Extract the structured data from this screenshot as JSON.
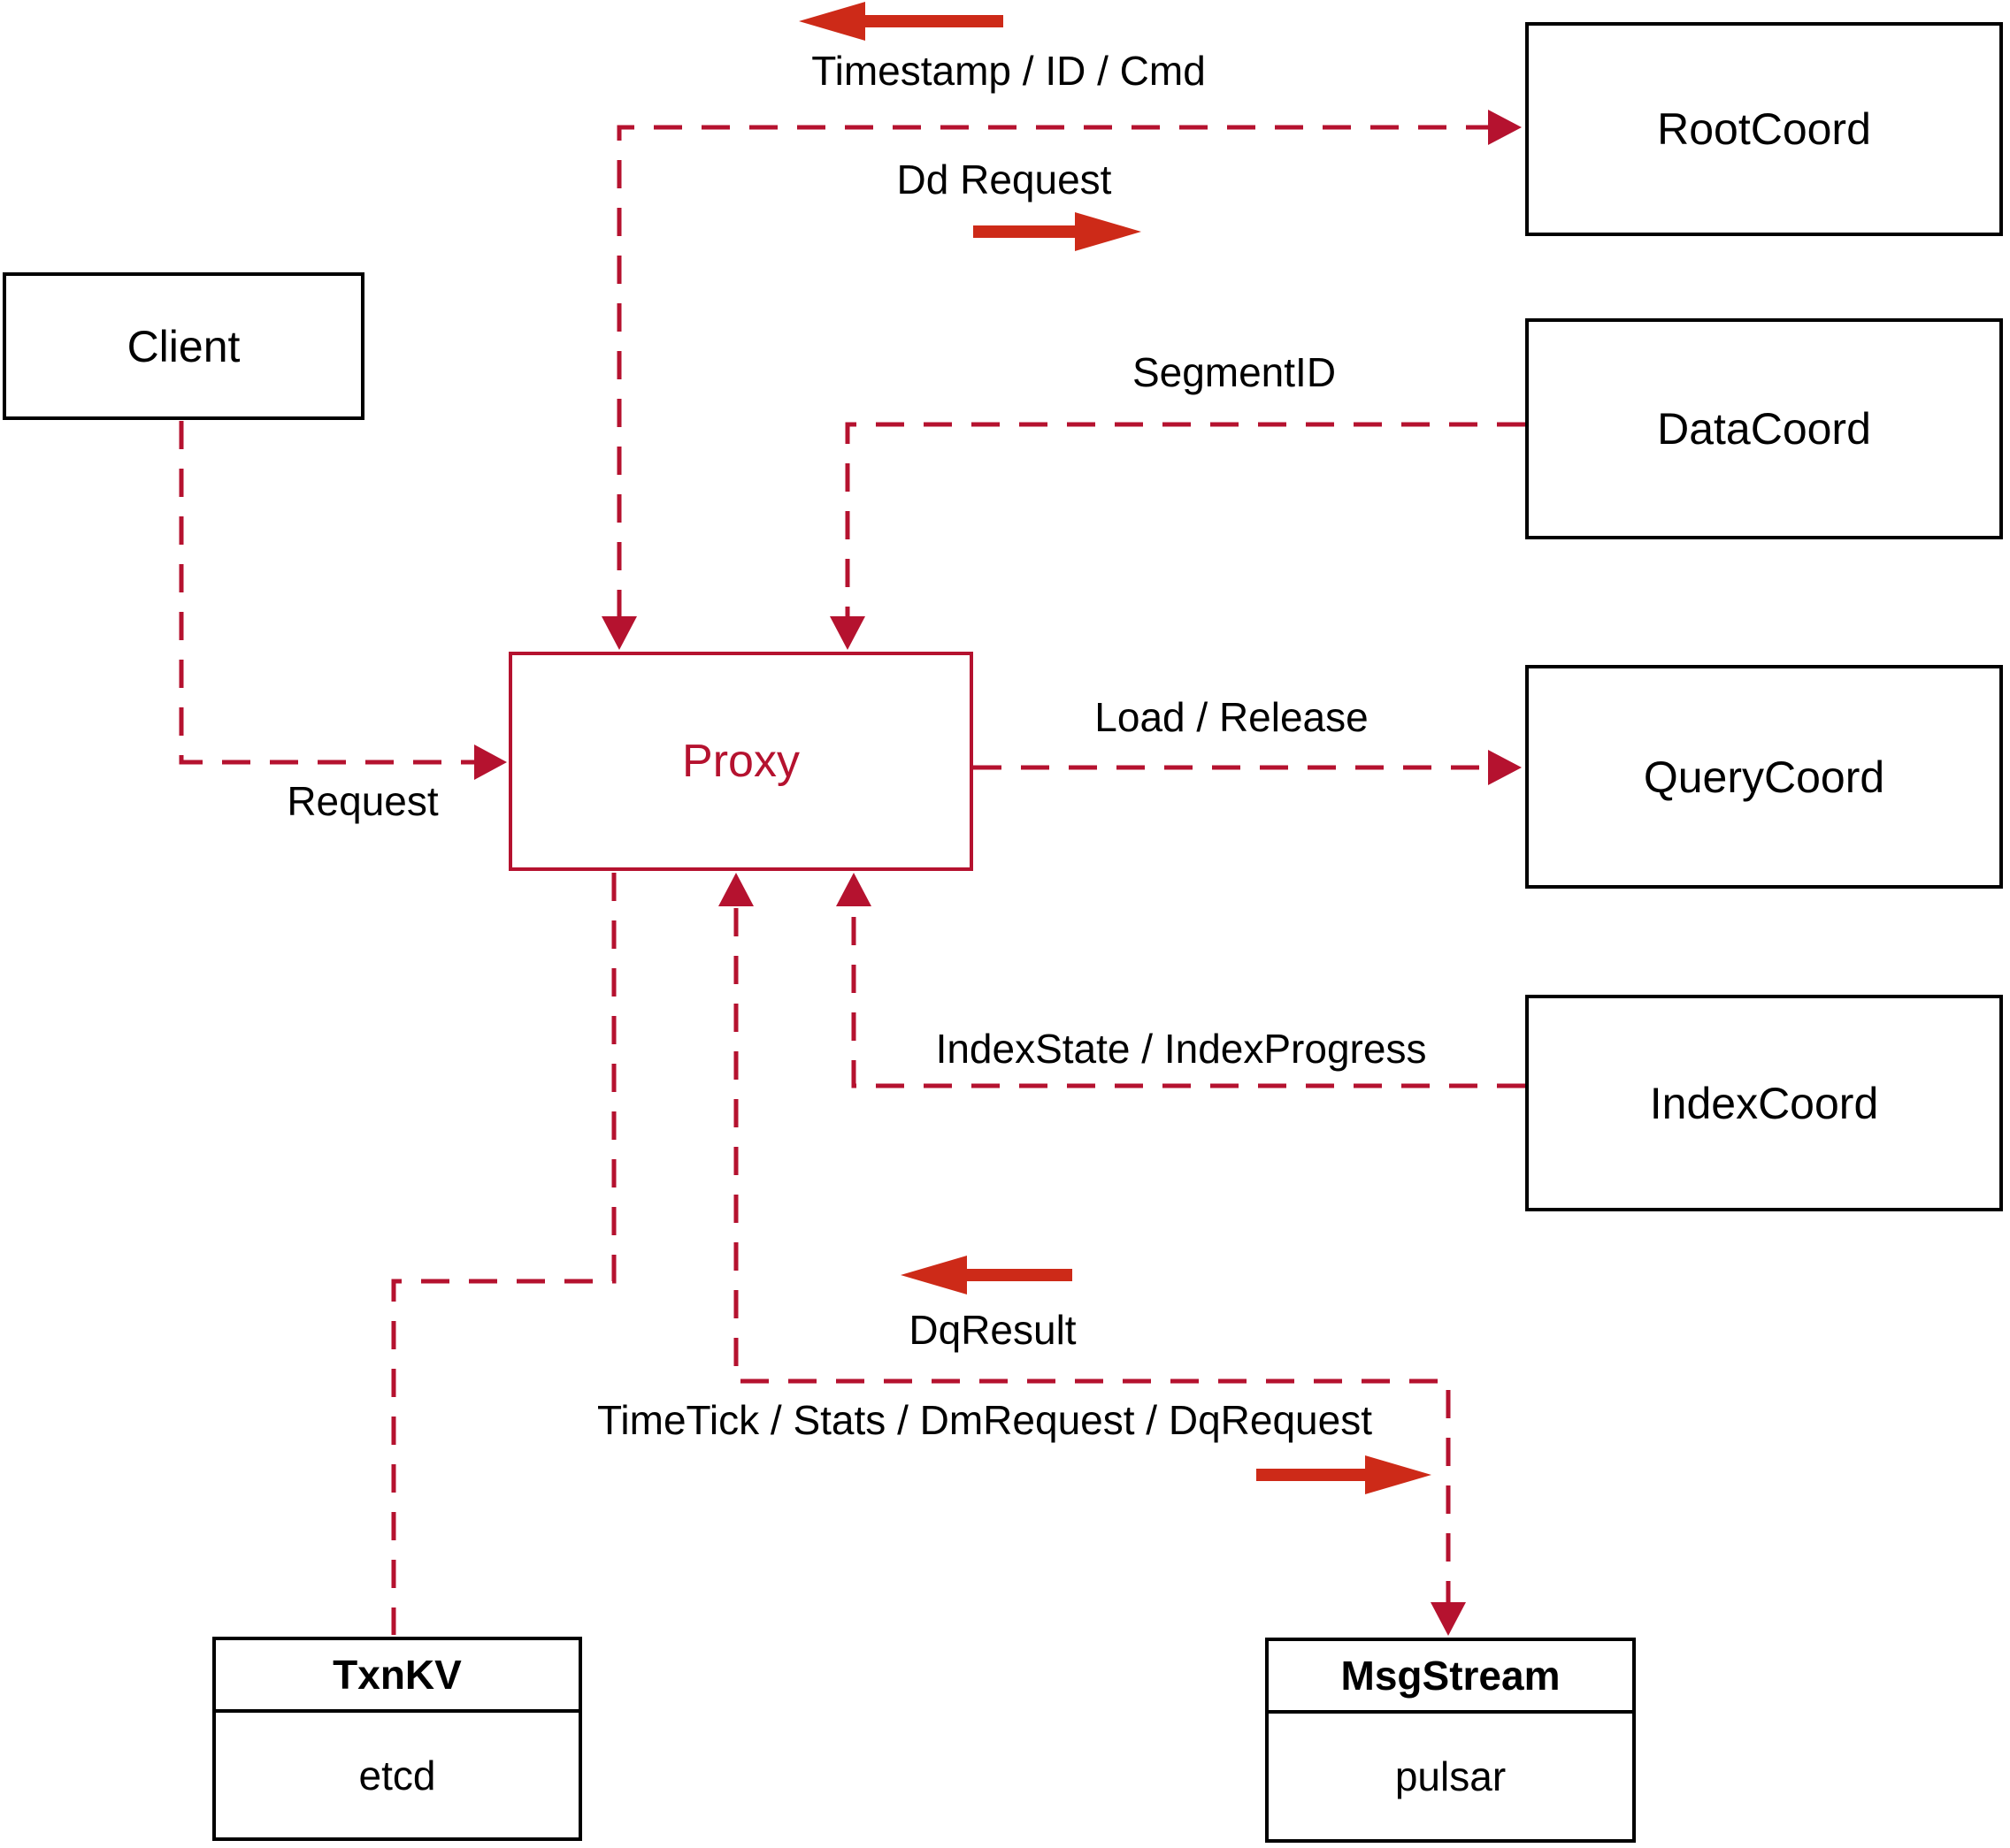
{
  "diagram": {
    "nodes": {
      "client": {
        "label": "Client"
      },
      "proxy": {
        "label": "Proxy"
      },
      "root_coord": {
        "label": "RootCoord"
      },
      "data_coord": {
        "label": "DataCoord"
      },
      "query_coord": {
        "label": "QueryCoord"
      },
      "index_coord": {
        "label": "IndexCoord"
      },
      "txn_kv": {
        "title": "TxnKV",
        "subtitle": "etcd"
      },
      "msg_stream": {
        "title": "MsgStream",
        "subtitle": "pulsar"
      }
    },
    "edge_labels": {
      "timestamp_id_cmd": "Timestamp / ID / Cmd",
      "dd_request": "Dd Request",
      "segment_id": "SegmentID",
      "request": "Request",
      "load_release": "Load / Release",
      "index_state": "IndexState / IndexProgress",
      "dq_result": "DqResult",
      "time_tick": "TimeTick / Stats / DmRequest / DqRequest"
    },
    "colors": {
      "line": "#b5122f",
      "arrow": "#cd2a18",
      "proxy": "#b5122f",
      "border": "#000000",
      "text": "#000000",
      "bg": "#ffffff"
    }
  }
}
